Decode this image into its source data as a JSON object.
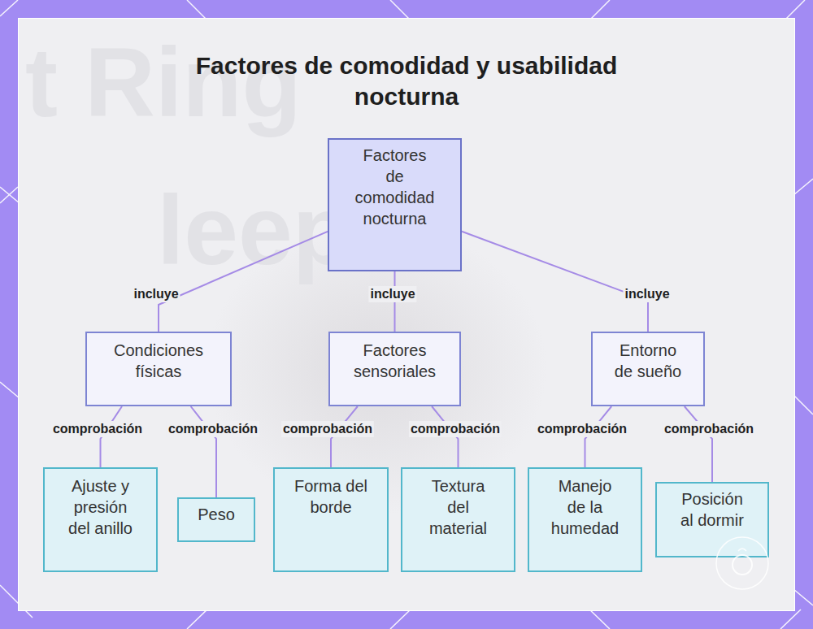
{
  "diagram": {
    "title": "Factores de comodidad y usabilidad nocturna",
    "nodes": [
      {
        "text": [
          "Factores de comodidad nocturna"
        ]
      },
      {
        "text": [
          "Condiciones físicas"
        ]
      },
      {
        "text": [
          "Factores sensoriales"
        ]
      },
      {
        "text": [
          "Entorno de sueño"
        ]
      },
      {
        "text": [
          "Ajuste y presión del anillo"
        ]
      },
      {
        "text": [
          "Peso"
        ]
      },
      {
        "text": [
          "Forma del borde"
        ]
      },
      {
        "text": [
          "Textura del material"
        ]
      },
      {
        "text": [
          "Manejo de la humedad"
        ]
      },
      {
        "text": [
          "Posición al dormir"
        ]
      }
    ],
    "edges": [
      {
        "from": 0,
        "to": 1,
        "label": "incluye",
        "arrow": "none"
      },
      {
        "from": 0,
        "to": 2,
        "label": "incluye",
        "arrow": "none"
      },
      {
        "from": 0,
        "to": 3,
        "label": "incluye",
        "arrow": "none"
      },
      {
        "from": 1,
        "to": 4,
        "label": "comprobación",
        "arrow": "none"
      },
      {
        "from": 1,
        "to": 5,
        "label": "comprobación",
        "arrow": "none"
      },
      {
        "from": 2,
        "to": 6,
        "label": "comprobación",
        "arrow": "none"
      },
      {
        "from": 2,
        "to": 7,
        "label": "comprobación",
        "arrow": "none"
      },
      {
        "from": 3,
        "to": 8,
        "label": "comprobación",
        "arrow": "none"
      },
      {
        "from": 3,
        "to": 9,
        "label": "comprobación",
        "arrow": "none"
      }
    ],
    "labels": [
      "t Ring",
      "leep"
    ]
  }
}
